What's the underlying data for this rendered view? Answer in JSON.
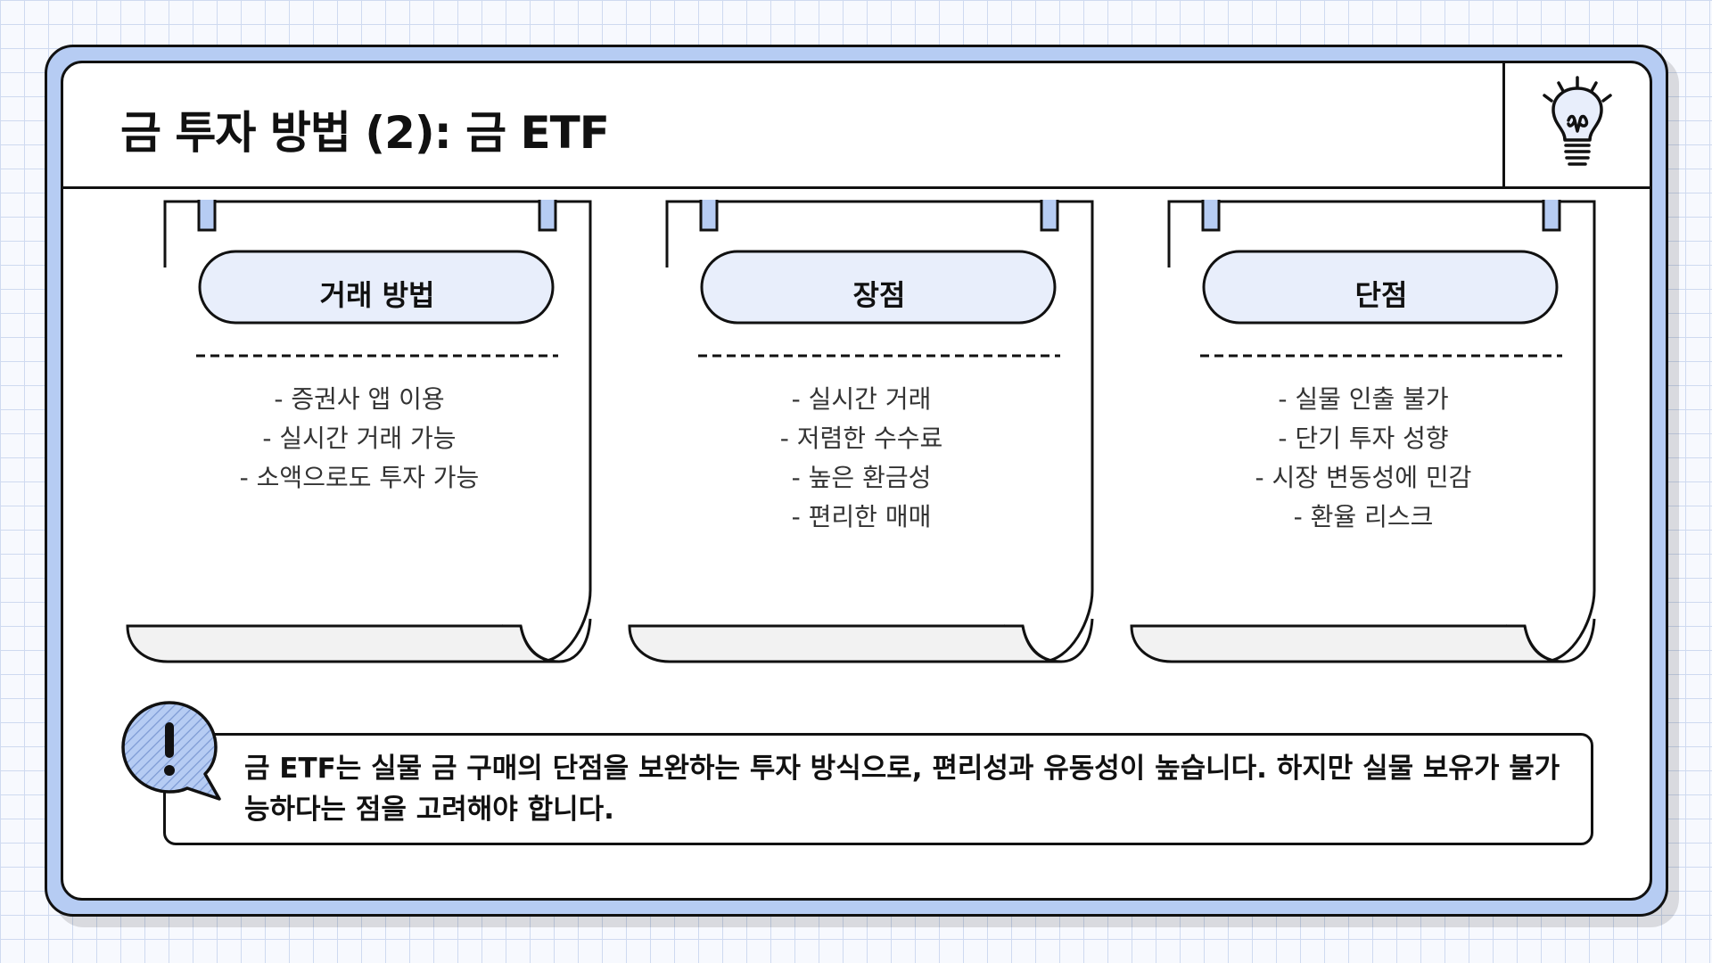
{
  "slide": {
    "title": "금 투자 방법 (2): 금 ETF",
    "title_icon": "lightbulb-icon"
  },
  "cards": [
    {
      "label": "거래 방법",
      "items": [
        "- 증권사 앱 이용",
        "- 실시간 거래 가능",
        "- 소액으로도 투자 가능"
      ]
    },
    {
      "label": "장점",
      "items": [
        "- 실시간 거래",
        "- 저렴한 수수료",
        "- 높은 환금성",
        "- 편리한 매매"
      ]
    },
    {
      "label": "단점",
      "items": [
        "- 실물 인출 불가",
        "- 단기 투자 성향",
        "- 시장 변동성에 민감",
        "- 환율 리스크"
      ]
    }
  ],
  "note": {
    "icon": "exclamation-icon",
    "text": "금 ETF는 실물 금 구매의 단점을 보완하는 투자 방식으로, 편리성과 유동성이 높습니다. 하지만 실물 보유가 불가능하다는 점을 고려해야 합니다."
  },
  "colors": {
    "accent": "#b6ccf3",
    "label_fill": "#e8eefb",
    "grid": "#cfdaf0",
    "paper_curl": "#f2f2f2"
  }
}
